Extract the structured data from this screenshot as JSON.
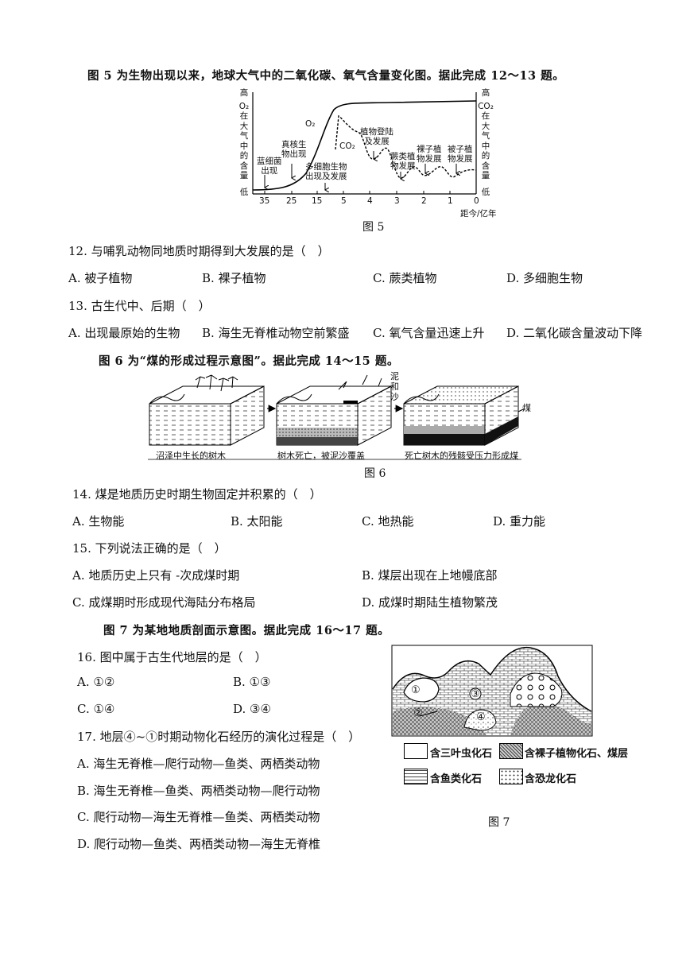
{
  "intro5": "图 5 为生物出现以来，地球大气中的二氧化碳、氧气含量变化图。据此完成 12～13 题。",
  "fig5": {
    "left_axis": [
      "高",
      "O₂",
      "在",
      "大",
      "气",
      "中",
      "的",
      "含",
      "量",
      "低"
    ],
    "right_axis": [
      "高",
      "CO₂",
      "在",
      "大",
      "气",
      "中",
      "的",
      "含",
      "量",
      "低"
    ],
    "ticks": [
      "35",
      "25",
      "15",
      "5",
      "4",
      "3",
      "2",
      "1",
      "0"
    ],
    "x_unit": "距今/亿年",
    "o2": "O₂",
    "co2": "CO₂",
    "ann_cyano": [
      "蓝细菌",
      "出现"
    ],
    "ann_euk": [
      "真核生",
      "物出现"
    ],
    "ann_multi": [
      "多细胞生物",
      "出现及发展"
    ],
    "ann_land": [
      "植物登陆",
      "及发展"
    ],
    "ann_fern": [
      "蕨类植",
      "物发展"
    ],
    "ann_gymno": [
      "裸子植",
      "物发展"
    ],
    "ann_angio": [
      "被子植",
      "物发展"
    ],
    "caption": "图 5"
  },
  "q12": {
    "stem": "12. 与哺乳动物同地质时期得到大发展的是（　）",
    "a": "A. 被子植物",
    "b": "B. 裸子植物",
    "c": "C. 蕨类植物",
    "d": "D. 多细胞生物"
  },
  "q13": {
    "stem": "13. 古生代中、后期（　）",
    "a": "A. 出现最原始的生物",
    "b": "B. 海生无脊椎动物空前繁盛",
    "c": "C. 氧气含量迅速上升",
    "d": "D. 二氧化碳含量波动下降"
  },
  "intro6": "图 6 为“煤的形成过程示意图”。据此完成 14～15 题。",
  "fig6": {
    "label1": "沼泽中生长的树木",
    "label2": "树木死亡，被泥沙覆盖",
    "label3": "死亡树木的残骸受压力形成煤",
    "mud": [
      "泥",
      "和",
      "沙"
    ],
    "coal": "煤",
    "caption": "图 6"
  },
  "q14": {
    "stem": "14. 煤是地质历史时期生物固定并积累的（　）",
    "a": "A. 生物能",
    "b": "B. 太阳能",
    "c": "C. 地热能",
    "d": "D. 重力能"
  },
  "q15": {
    "stem": "15. 下列说法正确的是（　）",
    "a": "A. 地质历史上只有 -次成煤时期",
    "b": "B. 煤层出现在上地幔底部",
    "c": "C. 成煤期时形成现代海陆分布格局",
    "d": "D. 成煤时期陆生植物繁茂"
  },
  "intro7": "图 7 为某地地质剖面示意图。据此完成 16～17 题。",
  "q16": {
    "stem": "16. 图中属于古生代地层的是（　）",
    "a": "A. ①②",
    "b": "B. ①③",
    "c": "C. ①④",
    "d": "D. ③④"
  },
  "q17": {
    "stem": "17. 地层④~①时期动物化石经历的演化过程是（　）",
    "a": "A. 海生无脊椎—爬行动物—鱼类、两栖类动物",
    "b": "B. 海生无脊椎—鱼类、两栖类动物—爬行动物",
    "c": "C. 爬行动物—海生无脊椎—鱼类、两栖类动物",
    "d": "D. 爬行动物—鱼类、两栖类动物—海生无脊椎"
  },
  "fig7": {
    "layers": [
      "①",
      "②",
      "③",
      "④"
    ],
    "legend": [
      "含三叶虫化石",
      "含裸子植物化石、煤层",
      "含鱼类化石",
      "含恐龙化石"
    ],
    "caption": "图 7"
  }
}
